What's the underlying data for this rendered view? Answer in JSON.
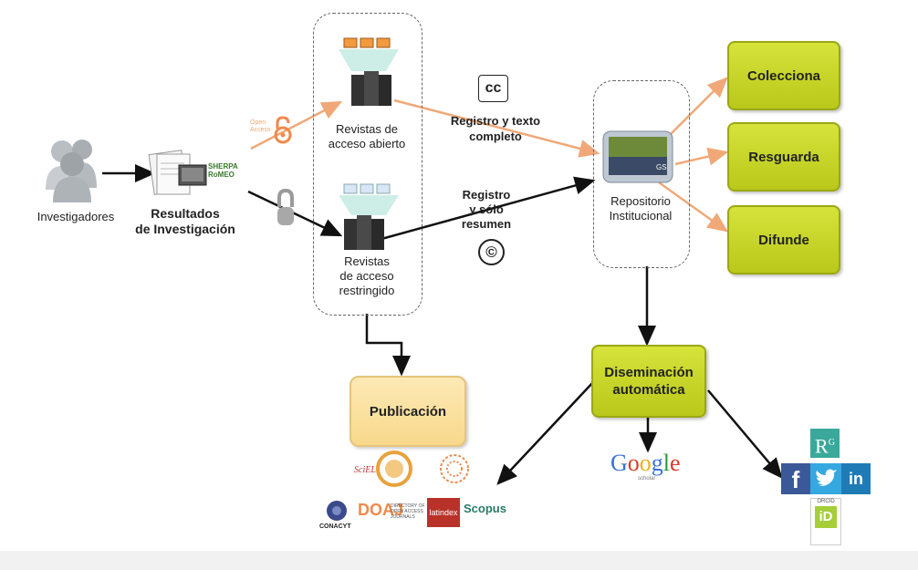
{
  "nodes": {
    "investigadores": "Investigadores",
    "resultados": "Resultados\nde Investigación",
    "sherpa": "SHERPA\nRoMEO",
    "open_access": "Open\nAccess",
    "revistas_abierto": "Revistas de\nacceso abierto",
    "revistas_restringido": "Revistas\nde acceso\nrestringido",
    "cc_badge": "cc",
    "registro_texto": "Registro y texto\ncompleto",
    "registro_resumen": "Registro\ny sólo\nresumen",
    "copyright": "©",
    "repositorio": "Repositorio\nInstitucional",
    "colecciona": "Colecciona",
    "resguarda": "Resguarda",
    "difunde": "Difunde",
    "publicacion": "Publicación",
    "diseminacion": "Diseminación\nautomática"
  },
  "logos": {
    "google": "Google",
    "google_sub": "scholar",
    "doaj": "DOAJ",
    "doaj_sub": "DIRECTORY OF\nOPEN ACCESS\nJOURNALS",
    "latindex": "latindex",
    "scopus": "Scopus",
    "conacyt": "CONACYT",
    "scielo": "SciELO",
    "researchgate": "R",
    "researchgate_sup": "G",
    "facebook": "f",
    "linkedin": "in",
    "orcid": "iD",
    "orcid_top": "ORCID"
  },
  "colors": {
    "green": "#c5d428",
    "orange_arrow": "#f0a878",
    "publication": "#fbe1a0"
  }
}
